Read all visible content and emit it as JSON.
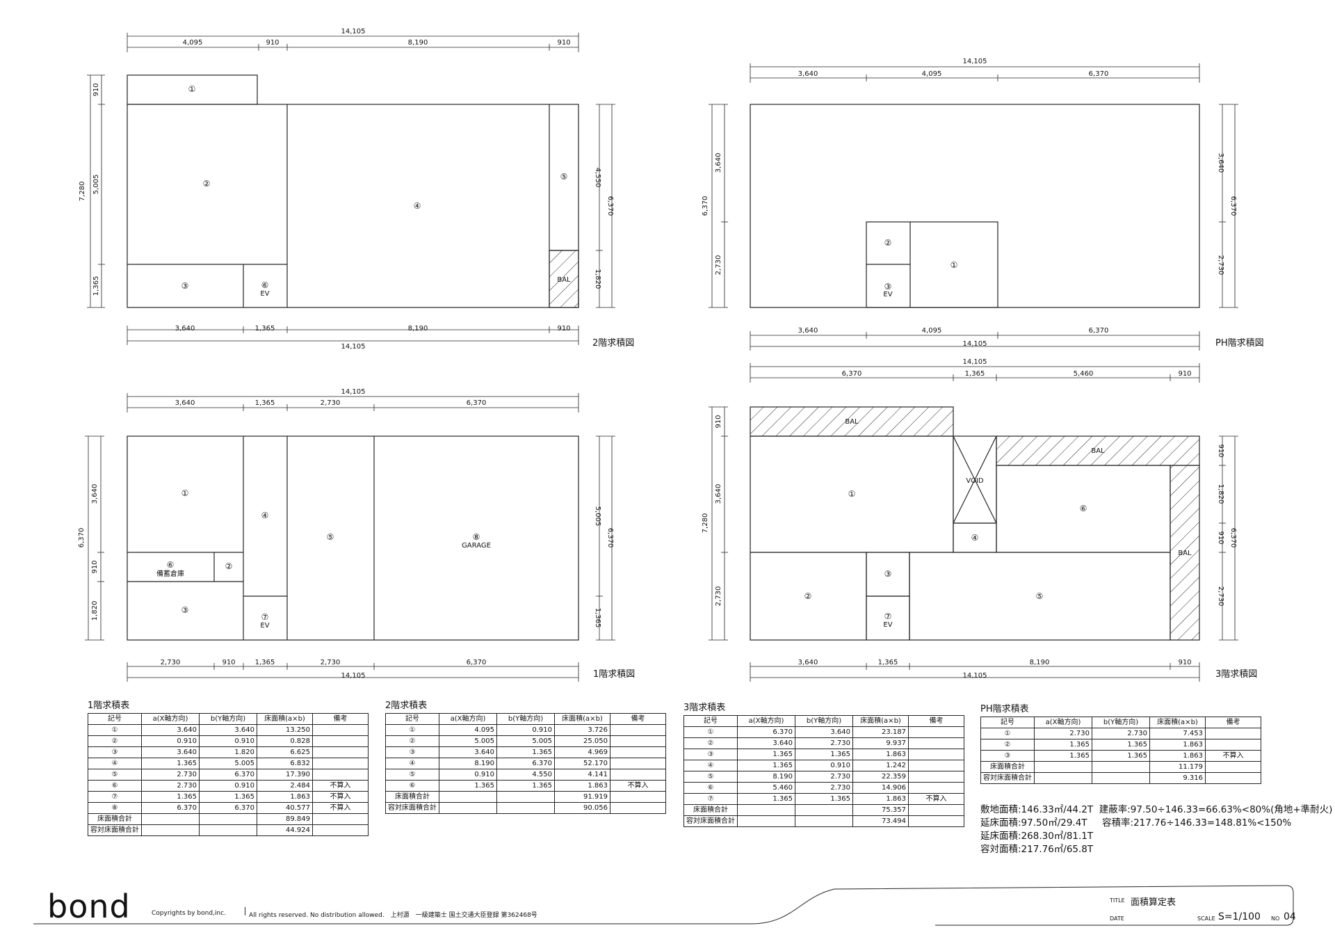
{
  "plans": {
    "floor2": {
      "title": "2階求積図",
      "dims": {
        "top_total": "14,105",
        "top": [
          "4,095",
          "910",
          "8,190",
          "910"
        ],
        "bottom": [
          "3,640",
          "1,365",
          "8,190",
          "910"
        ],
        "bottom_total": "14,105",
        "left_outer": "7,280",
        "left_top": "910",
        "left_mid": "5,005",
        "left_bot": "1,365",
        "right_outer": "6,370",
        "right_top": "4,550",
        "right_bot": "1,820"
      },
      "rooms": {
        "r1": "①",
        "r2": "②",
        "r3": "③",
        "r4": "④",
        "r5": "⑤",
        "r6": "⑥",
        "r6b": "EV",
        "bal": "BAL"
      }
    },
    "ph": {
      "title": "PH階求積図",
      "dims": {
        "top_total": "14,105",
        "top": [
          "3,640",
          "4,095",
          "6,370"
        ],
        "bottom": [
          "3,640",
          "4,095",
          "6,370"
        ],
        "bottom_total": "14,105",
        "left_outer": "6,370",
        "left_top": "3,640",
        "left_bot": "2,730",
        "right_outer": "6,370",
        "right_top": "3,640",
        "right_bot": "2,730"
      },
      "rooms": {
        "r1": "①",
        "r2": "②",
        "r3": "③",
        "r3b": "EV"
      }
    },
    "floor1": {
      "title": "1階求積図",
      "dims": {
        "top_total": "14,105",
        "top": [
          "3,640",
          "1,365",
          "2,730",
          "6,370"
        ],
        "bottom": [
          "2,730",
          "910",
          "1,365",
          "2,730",
          "6,370"
        ],
        "bottom_total": "14,105",
        "left_outer": "6,370",
        "left_top": "3,640",
        "left_mid": "910",
        "left_bot": "1,820",
        "right_outer": "6,370",
        "right_top": "5,005",
        "right_bot": "1,365"
      },
      "rooms": {
        "r1": "①",
        "r2": "②",
        "r3": "③",
        "r4": "④",
        "r5": "⑤",
        "r6": "⑥",
        "r6b": "備蓄倉庫",
        "r7": "⑦",
        "r7b": "EV",
        "r8": "⑧",
        "r8b": "GARAGE"
      }
    },
    "floor3": {
      "title": "3階求積図",
      "dims": {
        "top_total": "14,105",
        "top": [
          "6,370",
          "1,365",
          "5,460",
          "910"
        ],
        "bottom": [
          "3,640",
          "1,365",
          "8,190",
          "910"
        ],
        "bottom_total": "14,105",
        "left_outer": "7,280",
        "left_top": "910",
        "left_mid": "3,640",
        "left_bot": "2,730",
        "right_outer": "6,370",
        "right_a": "910",
        "right_b": "1,820",
        "right_c": "910",
        "right_d": "2,730"
      },
      "rooms": {
        "r1": "①",
        "r2": "②",
        "r3": "③",
        "r4": "④",
        "r5": "⑤",
        "r6": "⑥",
        "r7": "⑦",
        "r7b": "EV",
        "void": "VOID",
        "bal1": "BAL",
        "bal2": "BAL",
        "bal3": "BAL"
      }
    }
  },
  "tables": {
    "headers": [
      "記号",
      "a(X軸方向)",
      "b(Y軸方向)",
      "床面積(a×b)",
      "備考"
    ],
    "t1": {
      "title": "1階求積表",
      "rows": [
        [
          "①",
          "3.640",
          "3.640",
          "13.250",
          ""
        ],
        [
          "②",
          "0.910",
          "0.910",
          "0.828",
          ""
        ],
        [
          "③",
          "3.640",
          "1.820",
          "6.625",
          ""
        ],
        [
          "④",
          "1.365",
          "5.005",
          "6.832",
          ""
        ],
        [
          "⑤",
          "2.730",
          "6.370",
          "17.390",
          ""
        ],
        [
          "⑥",
          "2.730",
          "0.910",
          "2.484",
          "不算入"
        ],
        [
          "⑦",
          "1.365",
          "1.365",
          "1.863",
          "不算入"
        ],
        [
          "⑧",
          "6.370",
          "6.370",
          "40.577",
          "不算入"
        ]
      ],
      "total_label": "床面積合計",
      "total": "89.849",
      "far_label": "容対床面積合計",
      "far": "44.924"
    },
    "t2": {
      "title": "2階求積表",
      "rows": [
        [
          "①",
          "4.095",
          "0.910",
          "3.726",
          ""
        ],
        [
          "②",
          "5.005",
          "5.005",
          "25.050",
          ""
        ],
        [
          "③",
          "3.640",
          "1.365",
          "4.969",
          ""
        ],
        [
          "④",
          "8.190",
          "6.370",
          "52.170",
          ""
        ],
        [
          "⑤",
          "0.910",
          "4.550",
          "4.141",
          ""
        ],
        [
          "⑥",
          "1.365",
          "1.365",
          "1.863",
          "不算入"
        ]
      ],
      "total_label": "床面積合計",
      "total": "91.919",
      "far_label": "容対床面積合計",
      "far": "90.056"
    },
    "t3": {
      "title": "3階求積表",
      "rows": [
        [
          "①",
          "6.370",
          "3.640",
          "23.187",
          ""
        ],
        [
          "②",
          "3.640",
          "2.730",
          "9.937",
          ""
        ],
        [
          "③",
          "1.365",
          "1.365",
          "1.863",
          ""
        ],
        [
          "④",
          "1.365",
          "0.910",
          "1.242",
          ""
        ],
        [
          "⑤",
          "8.190",
          "2.730",
          "22.359",
          ""
        ],
        [
          "⑥",
          "5.460",
          "2.730",
          "14.906",
          ""
        ],
        [
          "⑦",
          "1.365",
          "1.365",
          "1.863",
          "不算入"
        ]
      ],
      "total_label": "床面積合計",
      "total": "75.357",
      "far_label": "容対床面積合計",
      "far": "73.494"
    },
    "tph": {
      "title": "PH階求積表",
      "rows": [
        [
          "①",
          "2.730",
          "2.730",
          "7.453",
          ""
        ],
        [
          "②",
          "1.365",
          "1.365",
          "1.863",
          ""
        ],
        [
          "③",
          "1.365",
          "1.365",
          "1.863",
          "不算入"
        ]
      ],
      "total_label": "床面積合計",
      "total": "11.179",
      "far_label": "容対床面積合計",
      "far": "9.316"
    }
  },
  "summary": {
    "l1": "敷地面積:146.33㎡/44.2T",
    "r1": "建蔽率:97.50÷146.33=66.63%<80%(角地+準耐火)",
    "l2": "延床面積:97.50㎡/29.4T",
    "r2": "容積率:217.76÷146.33=148.81%<150%",
    "l3": "延床面積:268.30㎡/81.1T",
    "l4": "容対面積:217.76㎡/65.8T"
  },
  "footer": {
    "logo": "bond",
    "copyright": "Copyrights by bond,inc.",
    "rights": "All rights reserved. No distribution allowed.　上村源　一級建築士 国土交通大臣登録 第362468号",
    "title_label": "TITLE",
    "title_value": "面積算定表",
    "date_label": "DATE",
    "scale_label": "SCALE",
    "scale_value": "S=1/100",
    "no_label": "NO",
    "no_value": "04"
  }
}
